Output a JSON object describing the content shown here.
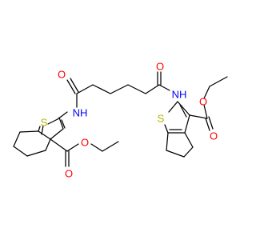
{
  "colors": {
    "background": "#ffffff",
    "bond": "#000000",
    "carbon": "#000000",
    "oxygen": "#ff0000",
    "nitrogen": "#0000ff",
    "sulfur": "#b3b300"
  },
  "atoms": {
    "o_amide_left": "O",
    "o_amide_right": "O",
    "nh_left": "NH",
    "nh_right": "NH",
    "s_left": "S",
    "s_right": "S",
    "o_ester_carbonyl_left": "O",
    "o_ester_ether_left": "O",
    "o_ester_carbonyl_right": "O",
    "o_ester_ether_right": "O"
  }
}
